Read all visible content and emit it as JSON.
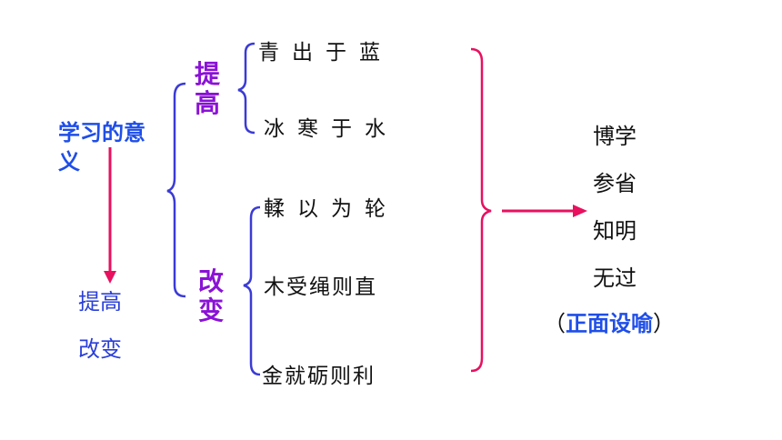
{
  "title": "学习的意义",
  "left_sub": [
    "提高",
    "改变"
  ],
  "branches": {
    "top": "提高",
    "bottom": "改变"
  },
  "lines": [
    "青出于蓝",
    "冰寒于水",
    "輮以为轮",
    "木受绳则直",
    "金就砺则利"
  ],
  "results": [
    "博学",
    "参省",
    "知明",
    "无过"
  ],
  "note": {
    "open": "（",
    "text": "正面设喻",
    "close": "）"
  },
  "colors": {
    "title": "#1f4ee8",
    "branch": "#8a12d6",
    "brace_blue": "#3b3bd6",
    "brace_pink": "#e8105f",
    "arrow": "#e8105f"
  }
}
